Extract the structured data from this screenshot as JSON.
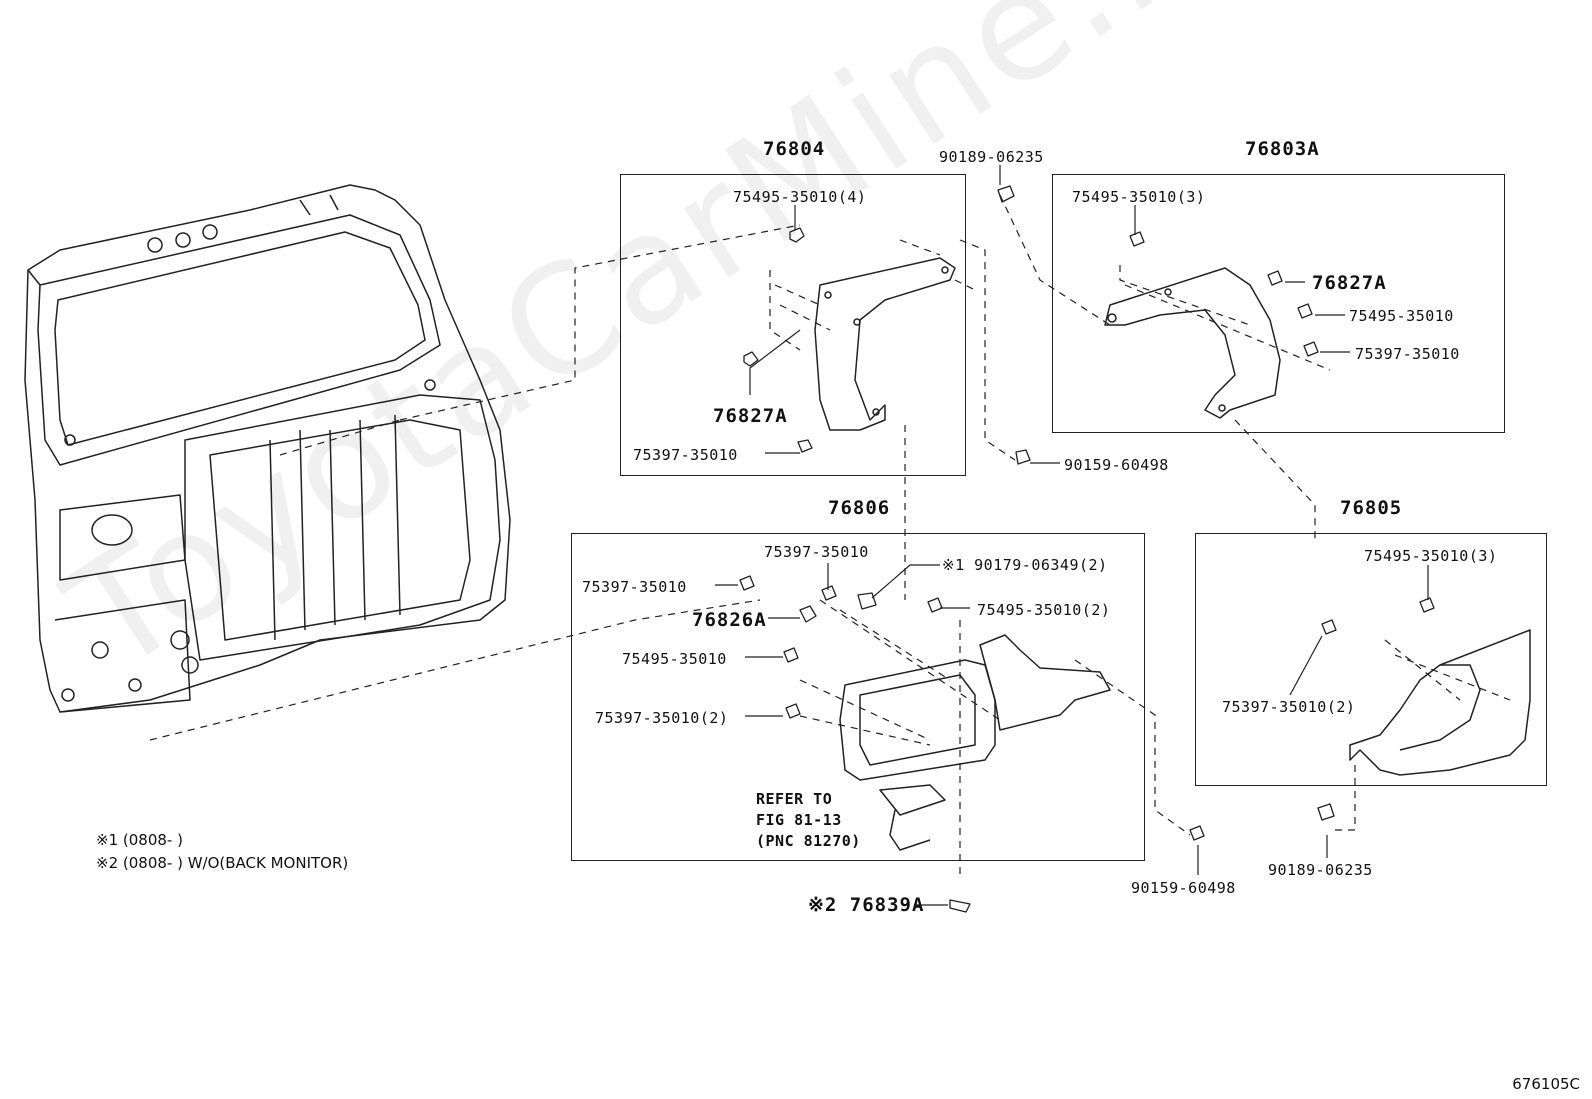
{
  "watermark": "ToyotaCarMine.ru",
  "figure_id": "676105C",
  "boxes": {
    "b76804": "76804",
    "b76803a": "76803A",
    "b76806": "76806",
    "b76805": "76805"
  },
  "labels": {
    "p90189_top": "90189-06235",
    "p75495_4": "75495-35010(4)",
    "p76827a_left": "76827A",
    "p75397_left": "75397-35010",
    "p90159_mid": "90159-60498",
    "p75495_3_top": "75495-35010(3)",
    "p76827a_right": "76827A",
    "p75495_right": "75495-35010",
    "p75397_right": "75397-35010",
    "p75397_c1": "75397-35010",
    "p75397_c2": "75397-35010",
    "p90179": "※1 90179-06349(2)",
    "p75495_2": "75495-35010(2)",
    "p76826a": "76826A",
    "p75495_c": "75495-35010",
    "p75397_2": "75397-35010(2)",
    "refer_1": "REFER TO",
    "refer_2": "FIG 81-13",
    "refer_3": "(PNC 81270)",
    "p76839a": "※2 76839A",
    "p90159_bot": "90159-60498",
    "p75495_3_b": "75495-35010(3)",
    "p75397_2_b": "75397-35010(2)",
    "p90189_bot": "90189-06235"
  },
  "notes": {
    "n1": "※1 (0808-        )",
    "n2": "※2 (0808-        ) W/O(BACK MONITOR)"
  }
}
